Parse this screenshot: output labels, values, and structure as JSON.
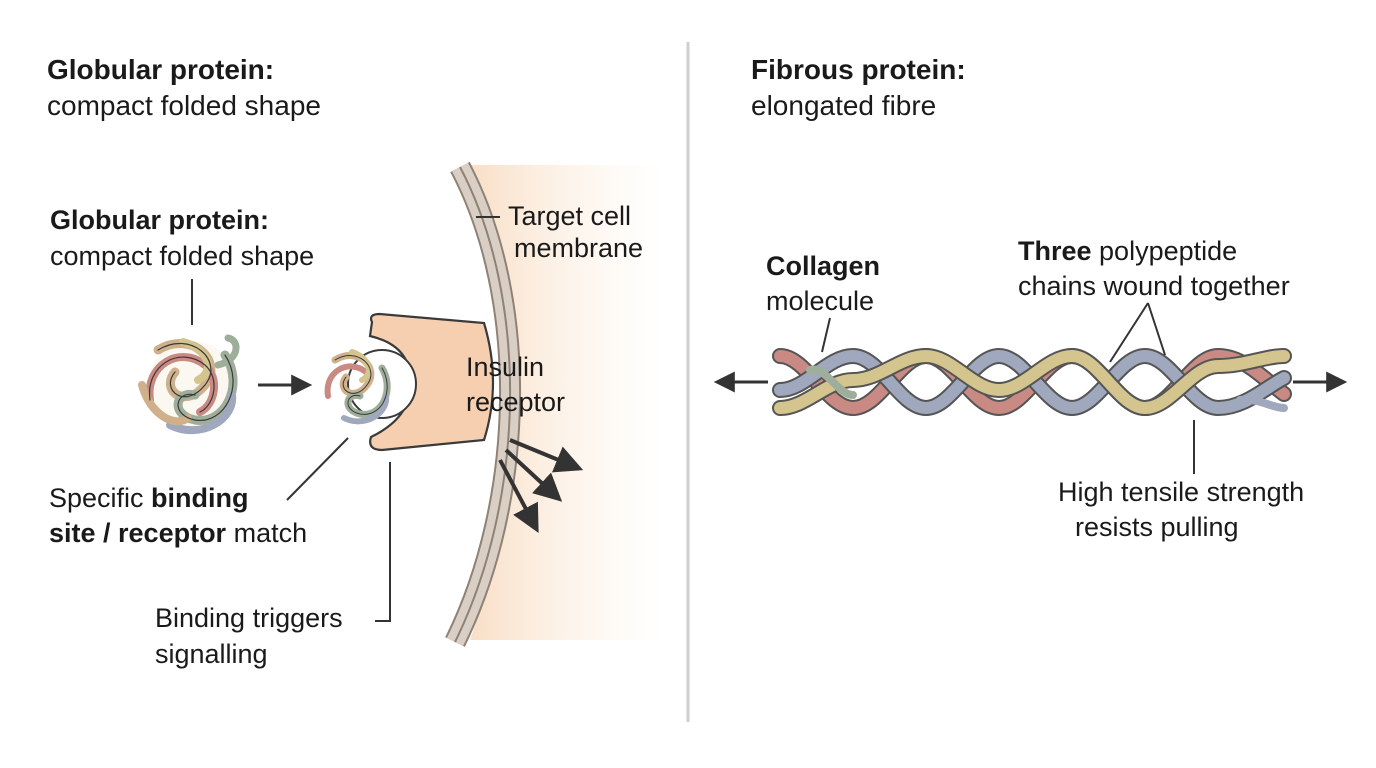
{
  "left_panel": {
    "title": "Globular protein:",
    "subtitle": "compact folded shape",
    "protein_label_title": "Globular protein:",
    "protein_label_sub": "compact folded shape",
    "membrane_label_1": "Target cell",
    "membrane_label_2": "membrane",
    "receptor_label_1": "Insulin",
    "receptor_label_2": "receptor",
    "binding_site_prefix": "Specific ",
    "binding_site_bold_1": "binding",
    "binding_site_bold_2": "site / receptor",
    "binding_site_suffix": " match",
    "trigger_label_1": "Binding triggers",
    "trigger_label_2": "signalling"
  },
  "right_panel": {
    "title": "Fibrous protein:",
    "subtitle": "elongated fibre",
    "collagen_bold": "Collagen",
    "collagen_sub": "molecule",
    "chains_bold": "Three",
    "chains_rest": " polypeptide",
    "chains_line2": "chains wound together",
    "strength_line1": "High tensile strength",
    "strength_line2": "resists pulling"
  },
  "colors": {
    "chain_red": "#c98a84",
    "chain_blue": "#9fa8bd",
    "chain_yellow": "#d4c48e",
    "chain_green": "#9fae9b",
    "chain_tan": "#cfb08a",
    "receptor_fill": "#f5cfb0",
    "membrane_fill": "#d9cfc5",
    "divider": "#cfcfcf"
  }
}
